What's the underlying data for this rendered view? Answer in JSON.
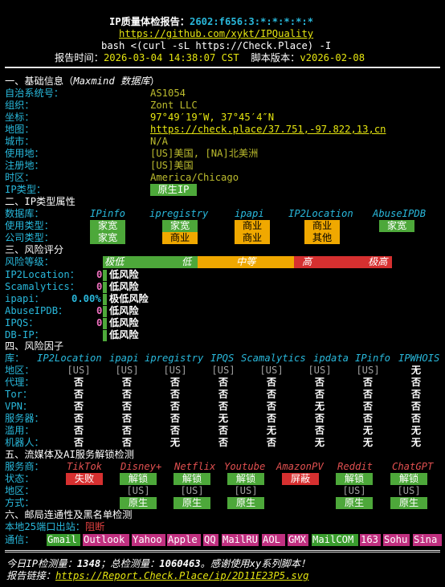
{
  "header": {
    "title": "IP质量体检报告：",
    "ip": "2602:f656:3:*:*:*:*:*",
    "repo": "https://github.com/xykt/IPQuality",
    "cmd": "bash <(curl -sL https://Check.Place) -I",
    "report_time_label": "报告时间：",
    "report_time": "2026-03-04 14:38:07 CST",
    "version_label": "脚本版本：",
    "version": "v2026-02-08"
  },
  "basic": {
    "section": "一、基础信息（",
    "section_src": "Maxmind 数据库",
    "section_end": "）",
    "rows": [
      {
        "label": "自治系统号：",
        "value": "AS1054"
      },
      {
        "label": "组织：",
        "value": "Zont LLC"
      },
      {
        "label": "坐标：",
        "value": "97°49′19″W, 37°45′4″N"
      },
      {
        "label": "地图：",
        "value": "https://check.place/37.751,-97.822,13,cn"
      },
      {
        "label": "城市：",
        "value": "N/A"
      },
      {
        "label": "使用地：",
        "value": "[US]美国, [NA]北美洲"
      },
      {
        "label": "注册地：",
        "value": "[US]美国"
      },
      {
        "label": "时区：",
        "value": "America/Chicago"
      },
      {
        "label": "IP类型：",
        "value": "原生IP"
      }
    ]
  },
  "iptype": {
    "section": "二、IP类型属性",
    "row_labels": [
      "数据库：",
      "使用类型：",
      "公司类型："
    ],
    "dbs": [
      "IPinfo",
      "ipregistry",
      "ipapi",
      "IP2Location",
      "AbuseIPDB"
    ],
    "usage": [
      "家宽",
      "家宽",
      "商业",
      "商业",
      "家宽"
    ],
    "company": [
      "家宽",
      "商业",
      "商业",
      "其他",
      ""
    ]
  },
  "risk": {
    "section": "三、风险评分",
    "level_label": "风险等级：",
    "scale": [
      "极低",
      "低",
      "中等",
      "高",
      "极高"
    ],
    "rows": [
      {
        "label": "IP2Location：",
        "score": "0",
        "text": "低风险"
      },
      {
        "label": "Scamalytics：",
        "score": "0",
        "text": "低风险"
      },
      {
        "label": "ipapi：",
        "score": "0.00%",
        "text": "极低风险"
      },
      {
        "label": "AbuseIPDB：",
        "score": "0",
        "text": "低风险"
      },
      {
        "label": "IPQS：",
        "score": "0",
        "text": "低风险"
      },
      {
        "label": "DB-IP：",
        "score": "",
        "text": "低风险"
      }
    ]
  },
  "factors": {
    "section": "四、风险因子",
    "lib_label": "库：",
    "dbs": [
      "IP2Location",
      "ipapi",
      "ipregistry",
      "IPQS",
      "Scamalytics",
      "ipdata",
      "IPinfo",
      "IPWHOIS"
    ],
    "rows": [
      {
        "label": "地区：",
        "vals": [
          "[US]",
          "[US]",
          "[US]",
          "[US]",
          "[US]",
          "[US]",
          "[US]",
          "无"
        ]
      },
      {
        "label": "代理：",
        "vals": [
          "否",
          "否",
          "否",
          "否",
          "否",
          "否",
          "否",
          "否"
        ]
      },
      {
        "label": "Tor：",
        "vals": [
          "否",
          "否",
          "否",
          "否",
          "否",
          "否",
          "否",
          "否"
        ]
      },
      {
        "label": "VPN：",
        "vals": [
          "否",
          "否",
          "否",
          "否",
          "否",
          "无",
          "否",
          "否"
        ]
      },
      {
        "label": "服务器：",
        "vals": [
          "否",
          "否",
          "否",
          "无",
          "否",
          "否",
          "否",
          "否"
        ]
      },
      {
        "label": "滥用：",
        "vals": [
          "否",
          "否",
          "否",
          "否",
          "无",
          "否",
          "无",
          "无"
        ]
      },
      {
        "label": "机器人：",
        "vals": [
          "否",
          "否",
          "无",
          "否",
          "否",
          "无",
          "无",
          "无"
        ]
      }
    ]
  },
  "media": {
    "section": "五、流媒体及AI服务解锁检测",
    "service_label": "服务商：",
    "services": [
      "TikTok",
      "Disney+",
      "Netflix",
      "Youtube",
      "AmazonPV",
      "Reddit",
      "ChatGPT"
    ],
    "status_label": "状态：",
    "status": [
      "失败",
      "解锁",
      "解锁",
      "解锁",
      "屏蔽",
      "解锁",
      "解锁"
    ],
    "region_label": "地区：",
    "region": [
      "",
      "[US]",
      "[US]",
      "[US]",
      "",
      "[US]",
      "[US]"
    ],
    "method_label": "方式：",
    "method": [
      "",
      "原生",
      "原生",
      "原生",
      "",
      "原生",
      "原生"
    ]
  },
  "mail": {
    "section": "六、邮局连通性及黑名单检测",
    "port_label": "本地25端口出站：",
    "port_value": "阻断",
    "comm_label": "通信：",
    "providers": [
      "Gmail",
      "Outlook",
      "Yahoo",
      "Apple",
      "QQ",
      "MailRU",
      "AOL",
      "GMX",
      "MailCOM",
      "163",
      "Sohu",
      "Sina"
    ]
  },
  "footer": {
    "today_label": "今日IP检测量：",
    "today": "1348",
    "total_label": "总检测量：",
    "total": "1060463",
    "thanks": "感谢使用xy系列脚本！",
    "link_label": "报告链接：",
    "link": "https://Report.Check.Place/ip/2D11E23P5.svg"
  },
  "colors": {
    "section_sep": "#e6e6e6",
    "label_cyan": "#29b8db",
    "value_olive": "#bcbc2e",
    "badge_green": "#4da83a",
    "badge_yellow": "#f0a800",
    "badge_red": "#d63030",
    "mail_fail": "#c03080"
  }
}
